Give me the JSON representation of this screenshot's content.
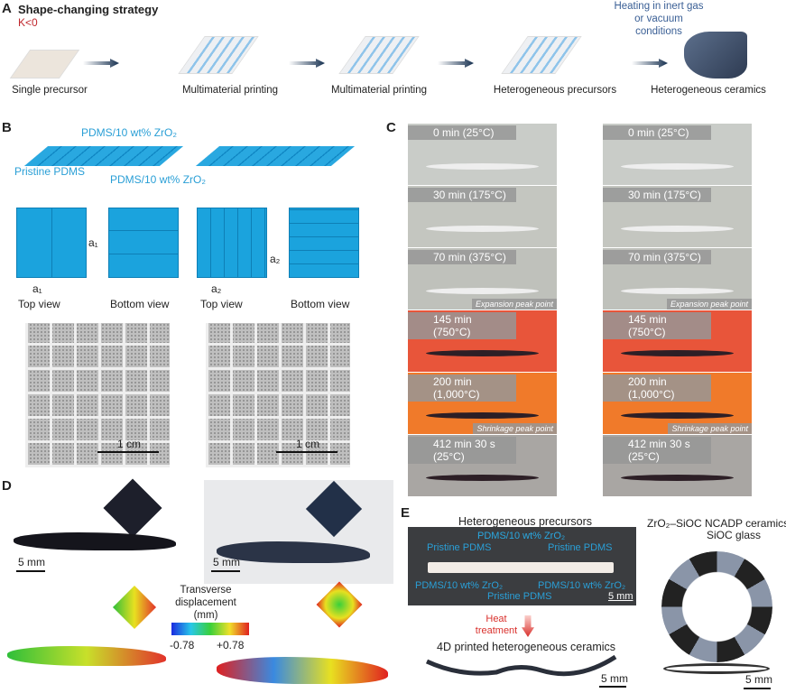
{
  "panelA": {
    "letter": "A",
    "title": "Shape-changing strategy",
    "k": "K<0",
    "heating": "Heating in inert gas or vacuum conditions",
    "steps": [
      "Single precursor",
      "Multimaterial printing",
      "Multimaterial printing",
      "Heterogeneous precursors",
      "Heterogeneous ceramics"
    ]
  },
  "panelB": {
    "letter": "B",
    "label_top": "PDMS/10 wt% ZrO₂",
    "label_pristine": "Pristine PDMS",
    "label_bottom": "PDMS/10 wt% ZrO₂",
    "a1": "a₁",
    "a2": "a₂",
    "top_view": "Top view",
    "bottom_view": "Bottom view",
    "scale": "1 cm"
  },
  "panelC": {
    "letter": "C",
    "rows": [
      {
        "time": "0 min (25°C)",
        "note": ""
      },
      {
        "time": "30 min (175°C)",
        "note": ""
      },
      {
        "time": "70 min (375°C)",
        "note": "Expansion peak point"
      },
      {
        "time": "145 min (750°C)",
        "note": ""
      },
      {
        "time": "200 min (1,000°C)",
        "note": "Shrinkage peak point"
      },
      {
        "time": "412 min 30 s (25°C)",
        "note": ""
      }
    ],
    "colors": [
      "#c9ccc8",
      "#c4c6c0",
      "#bfc1bb",
      "#e8553a",
      "#f07a2a",
      "#a9a6a3"
    ]
  },
  "panelD": {
    "letter": "D",
    "scale": "5 mm",
    "colorbar_title": "Transverse displacement (mm)",
    "min": "-0.78",
    "max": "+0.78"
  },
  "panelE": {
    "letter": "E",
    "title": "Heterogeneous precursors",
    "pdms_zro2": "PDMS/10 wt% ZrO₂",
    "pristine": "Pristine PDMS",
    "scale": "5 mm",
    "heat": "Heat treatment",
    "result": "4D printed heterogeneous ceramics",
    "ring_label1": "ZrO₂–SiOC NCADP ceramics",
    "ring_label2": "SiOC glass"
  }
}
